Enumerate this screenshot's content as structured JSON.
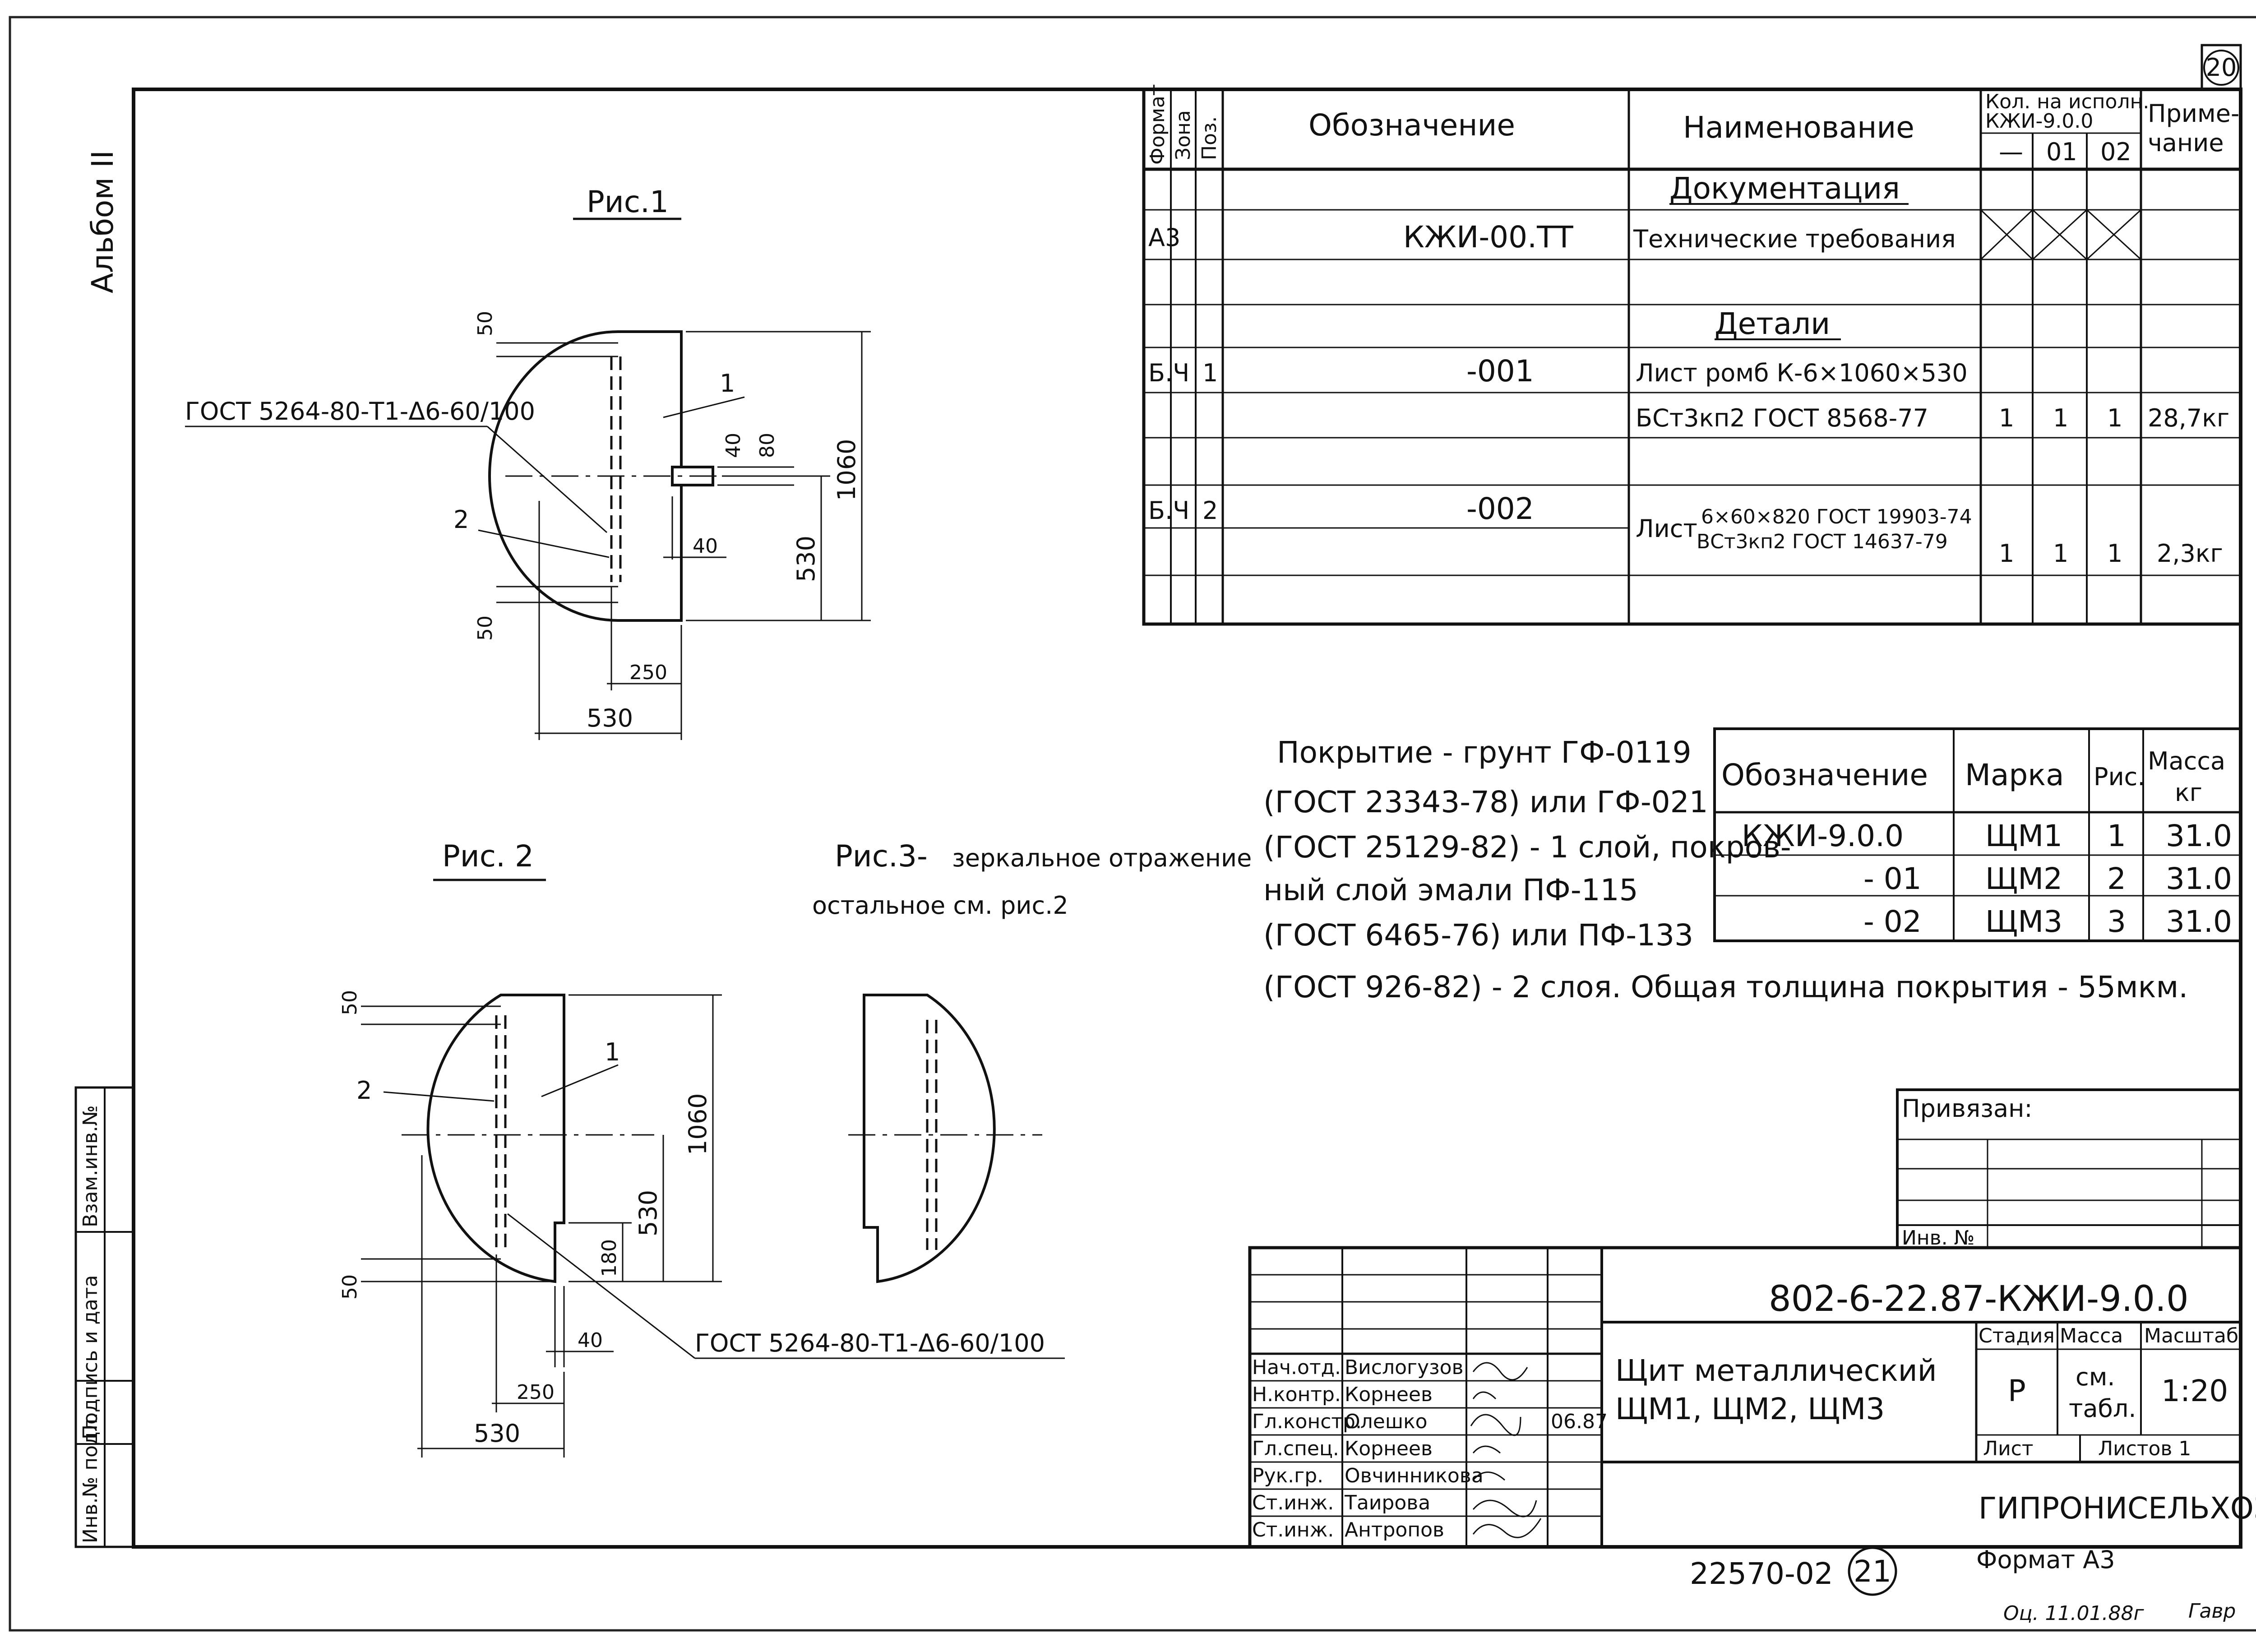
{
  "sheet_number": "20",
  "album": "Альбом II",
  "figures": {
    "fig1": "Рис.1",
    "fig2": "Рис. 2",
    "fig3": "Рис.3-",
    "fig3_note_line1": "зеркальное отражение",
    "fig3_note_line2": "остальное см. рис.2"
  },
  "dimensions": {
    "d50": "50",
    "d40": "40",
    "d80": "80",
    "d1060": "1060",
    "d530": "530",
    "d250": "250",
    "d180": "180",
    "weld": "ГОСТ 5264-80-Т1-Δ6-60/100",
    "leader1": "1",
    "leader2": "2"
  },
  "spec": {
    "headers": {
      "format": "Формат",
      "zone": "Зона",
      "pos": "Поз.",
      "designation": "Обозначение",
      "name": "Наименование",
      "qty_title_line1": "Кол. на исполн.",
      "qty_title_line2": "КЖИ-9.0.0",
      "qty_cols": [
        "—",
        "01",
        "02"
      ],
      "note_line1": "Приме-",
      "note_line2": "чание"
    },
    "section_docs": "Документация",
    "section_parts": "Детали",
    "rows": {
      "doc_format": "А3",
      "doc_designation": "КЖИ-00.ТТ",
      "doc_name": "Технические требования",
      "p1_format": "Б.Ч",
      "p1_pos": "1",
      "p1_designation": "-001",
      "p1_name_line1": "Лист ромб К-6×1060×530",
      "p1_name_line2": "БСт3кп2 ГОСТ 8568-77",
      "p1_qty": [
        "1",
        "1",
        "1"
      ],
      "p1_note": "28,7кг",
      "p2_format": "Б.Ч",
      "p2_pos": "2",
      "p2_designation": "-002",
      "p2_name_prefix": "Лист",
      "p2_name_line1": "6×60×820 ГОСТ 19903-74",
      "p2_name_line2": "ВСт3кп2 ГОСТ 14637-79",
      "p2_qty": [
        "1",
        "1",
        "1"
      ],
      "p2_note": "2,3кг"
    }
  },
  "coating": [
    "Покрытие - грунт ГФ-0119",
    "(ГОСТ 23343-78) или ГФ-021",
    "(ГОСТ 25129-82) - 1 слой, покров-",
    "ный слой эмали ПФ-115",
    "(ГОСТ 6465-76) или ПФ-133",
    "(ГОСТ 926-82) - 2 слоя. Общая толщина покрытия - 55мкм."
  ],
  "marks_table": {
    "headers": [
      "Обозначение",
      "Марка",
      "Рис.",
      "Масса",
      "кг"
    ],
    "rows": [
      [
        "КЖИ-9.0.0",
        "ЩМ1",
        "1",
        "31.0"
      ],
      [
        "- 01",
        "ЩМ2",
        "2",
        "31.0"
      ],
      [
        "- 02",
        "ЩМ3",
        "3",
        "31.0"
      ]
    ]
  },
  "binding": {
    "title": "Привязан:",
    "inv": "Инв. №"
  },
  "title_block": {
    "code": "802-6-22.87-КЖИ-9.0.0",
    "name_line1": "Щит металлический",
    "name_line2": "ЩМ1, ЩМ2, ЩМ3",
    "stage_label": "Стадия",
    "mass_label": "Масса",
    "scale_label": "Масштаб",
    "stage": "Р",
    "mass_line1": "см.",
    "mass_line2": "табл.",
    "scale": "1:20",
    "sheet_label": "Лист",
    "sheets_label": "Листов 1",
    "org": "ГИПРОНИСЕЛЬХОЗ",
    "date": "06.87",
    "staff": [
      [
        "Нач.отд.",
        "Вислогузов"
      ],
      [
        "Н.контр.",
        "Корнеев"
      ],
      [
        "Гл.констр.",
        "Олешко"
      ],
      [
        "Гл.спец.",
        "Корнеев"
      ],
      [
        "Рук.гр.",
        "Овчинникова"
      ],
      [
        "Ст.инж.",
        "Таирова"
      ],
      [
        "Ст.инж.",
        "Антропов"
      ]
    ]
  },
  "side_stamp": [
    "Инв.№ подл.",
    "Подпись и дата",
    "Взам.инв.№"
  ],
  "footer": {
    "archive": "22570-02",
    "page": "21",
    "format": "Формат А3",
    "hand_note": "Оц. 11.01.88г",
    "hand_sign": "Гавр"
  }
}
